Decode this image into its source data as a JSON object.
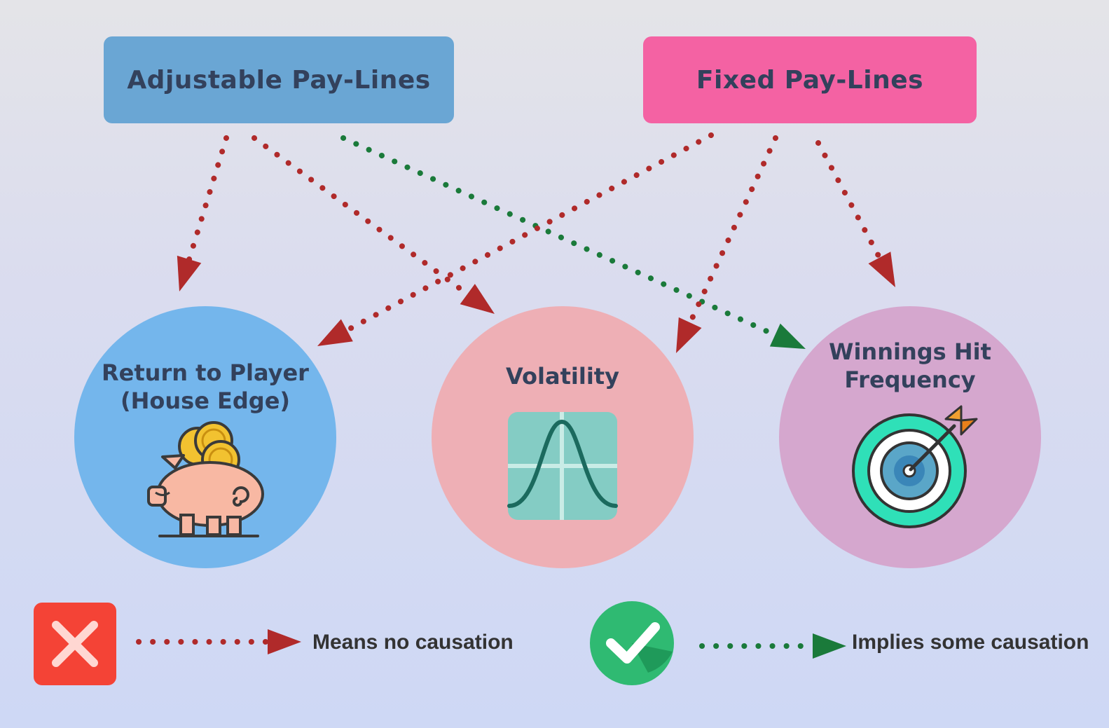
{
  "nodes": {
    "adjustable": {
      "label": "Adjustable Pay-Lines",
      "color": "#6aa6d4"
    },
    "fixed": {
      "label": "Fixed Pay-Lines",
      "color": "#f462a3"
    },
    "rtp": {
      "line1": "Return to Player",
      "line2": "(House Edge)",
      "color": "#74b6ec",
      "icon": "piggy-bank-icon"
    },
    "volatility": {
      "label": "Volatility",
      "color": "#eeafb5",
      "icon": "bell-curve-icon"
    },
    "hit_frequency": {
      "line1": "Winnings Hit",
      "line2": "Frequency",
      "color": "#d5a7ce",
      "icon": "target-icon"
    }
  },
  "edges": [
    {
      "from": "Adjustable Pay-Lines",
      "to": "Return to Player (House Edge)",
      "type": "no-causation"
    },
    {
      "from": "Adjustable Pay-Lines",
      "to": "Volatility",
      "type": "no-causation"
    },
    {
      "from": "Adjustable Pay-Lines",
      "to": "Winnings Hit Frequency",
      "type": "causation"
    },
    {
      "from": "Fixed Pay-Lines",
      "to": "Return to Player (House Edge)",
      "type": "no-causation"
    },
    {
      "from": "Fixed Pay-Lines",
      "to": "Volatility",
      "type": "no-causation"
    },
    {
      "from": "Fixed Pay-Lines",
      "to": "Winnings Hit Frequency",
      "type": "no-causation"
    }
  ],
  "legend": {
    "no_causation": {
      "label": "Means no causation",
      "color": "#b02a2a",
      "icon": "red-x-icon"
    },
    "causation": {
      "label": "Implies some causation",
      "color": "#1a7a3a",
      "icon": "green-check-icon"
    }
  }
}
